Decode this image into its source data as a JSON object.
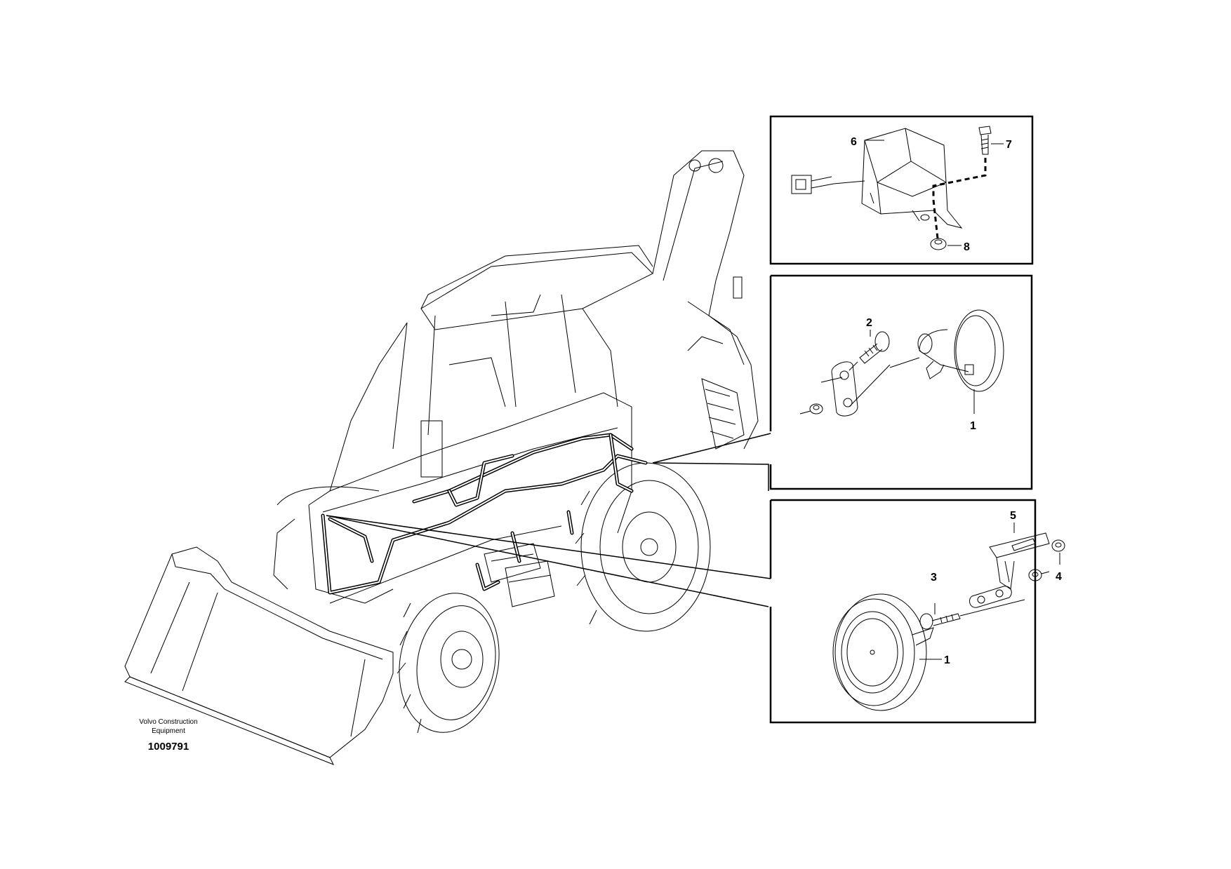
{
  "brand": {
    "line1": "Volvo Construction",
    "line2": "Equipment"
  },
  "figure_number": "1009791",
  "callouts": {
    "c1_top": "1",
    "c2": "2",
    "c1_bottom": "1",
    "c3": "3",
    "c4": "4",
    "c5": "5",
    "c6": "6",
    "c7": "7",
    "c8": "8"
  }
}
